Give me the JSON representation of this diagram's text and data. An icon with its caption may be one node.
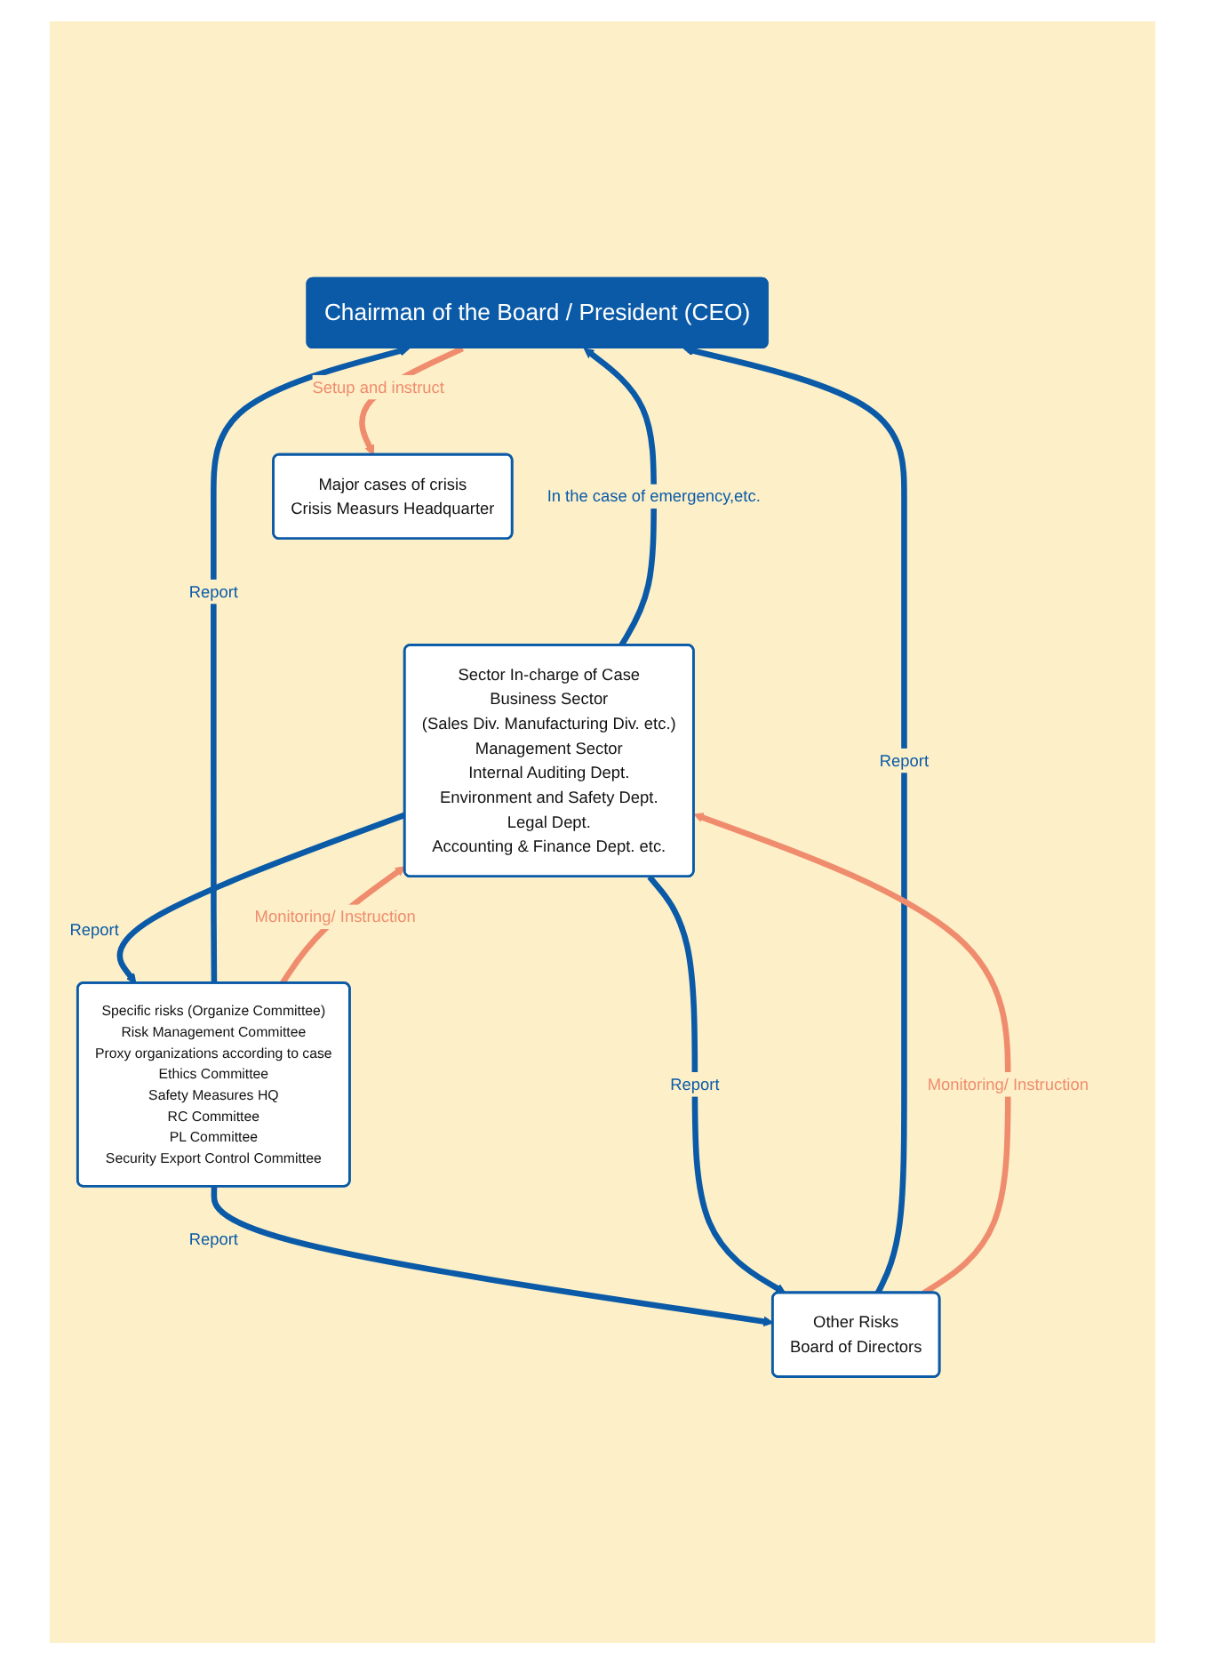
{
  "diagram": {
    "nodes": [
      {
        "text": [
          "Chairman of the Board / President (CEO)"
        ]
      },
      {
        "text": [
          "Specific risks (Organize Committee)",
          "Risk Management Committee",
          "Proxy organizations according to case",
          "Ethics Committee",
          "Safety Measures HQ",
          "RC Committee",
          "PL Committee",
          "Security Export Control Committee"
        ]
      },
      {
        "text": [
          "Other Risks",
          "Board of Directors"
        ]
      },
      {
        "text": [
          "Major cases of crisis",
          "Crisis Measurs Headquarter"
        ]
      },
      {
        "text": [
          "Sector In-charge of Case",
          "Business Sector",
          "(Sales Div. Manufacturing Div. etc.)",
          "Management Sector",
          "Internal Auditing Dept.",
          "Environment and Safety Dept.",
          "Legal Dept.",
          "Accounting & Finance Dept. etc."
        ]
      }
    ],
    "edges": [
      {
        "from": 4,
        "to": 0,
        "arrow": "to",
        "label": "In the case of emergency,etc."
      },
      {
        "from": 1,
        "to": 0,
        "arrow": "to",
        "label": "Report"
      },
      {
        "from": 2,
        "to": 0,
        "arrow": "to",
        "label": "Report"
      },
      {
        "from": 0,
        "to": 3,
        "arrow": "to",
        "label": "Setup and instruct",
        "color": "#f08c6e"
      },
      {
        "from": 1,
        "to": 2,
        "arrow": "to",
        "label": "Report"
      },
      {
        "from": 4,
        "to": 1,
        "arrow": "to",
        "label": "Report"
      },
      {
        "from": 1,
        "to": 4,
        "arrow": "to",
        "label": "Monitoring/ Instruction",
        "color": "#f08c6e"
      },
      {
        "from": 4,
        "to": 2,
        "arrow": "to",
        "label": "Report"
      },
      {
        "from": 2,
        "to": 4,
        "arrow": "to",
        "label": "Monitoring/ Instruction",
        "color": "#f08c6e"
      }
    ]
  }
}
